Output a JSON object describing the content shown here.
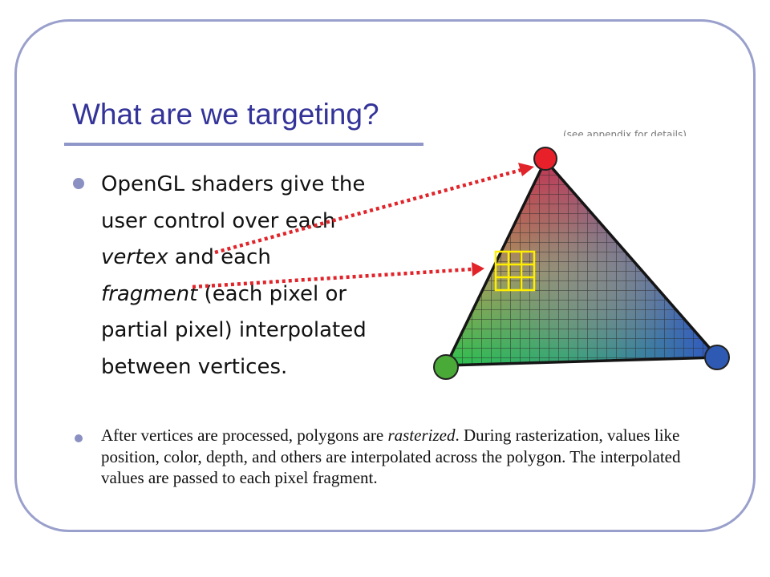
{
  "slide": {
    "title": "What are we targeting?",
    "appendix_note": "(see appendix for details)",
    "bullet1": {
      "part1": "OpenGL shaders give the user control over each ",
      "vertex": "vertex",
      "part2": " and each ",
      "fragment": "fragment",
      "part3": " (each pixel or partial pixel) interpolated between vertices."
    },
    "bullet2": {
      "part1": "After vertices are processed, polygons are ",
      "rasterized": "rasterized",
      "part2": ".  During rasterization, values like position, color, depth, and others are interpolated across the polygon.  The interpolated values are passed to each pixel fragment."
    }
  },
  "colors": {
    "title": "#333399",
    "vertex_top": "#e8202a",
    "vertex_left": "#4aaa38",
    "vertex_right": "#2e5ab4",
    "arrow": "#e0242a",
    "highlight": "#ffee00"
  },
  "diagram": {
    "top_vertex_color": "red",
    "left_vertex_color": "green",
    "right_vertex_color": "blue",
    "highlight_grid": "3x3"
  }
}
